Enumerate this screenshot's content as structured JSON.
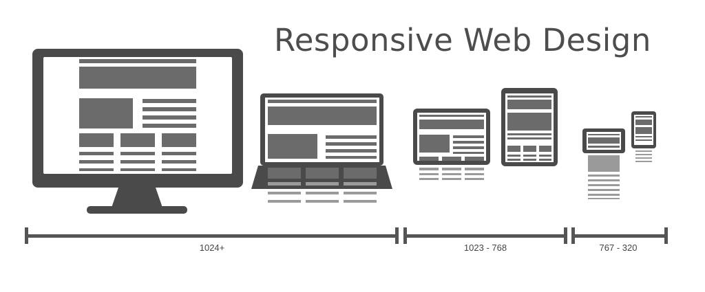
{
  "title": "Responsive Web Design",
  "ranges": [
    {
      "label": "1024+"
    },
    {
      "label": "1023 - 768"
    },
    {
      "label": "767 - 320"
    }
  ],
  "devices": [
    "desktop-monitor",
    "laptop",
    "tablet-landscape",
    "tablet-portrait",
    "phone-landscape",
    "phone-portrait"
  ],
  "colors": {
    "device_dark": "#4a4a4a",
    "block_mid": "#6b6b6b",
    "line_light": "#9a9a9a",
    "screen_white": "#ffffff",
    "text": "#4d4d4d"
  }
}
